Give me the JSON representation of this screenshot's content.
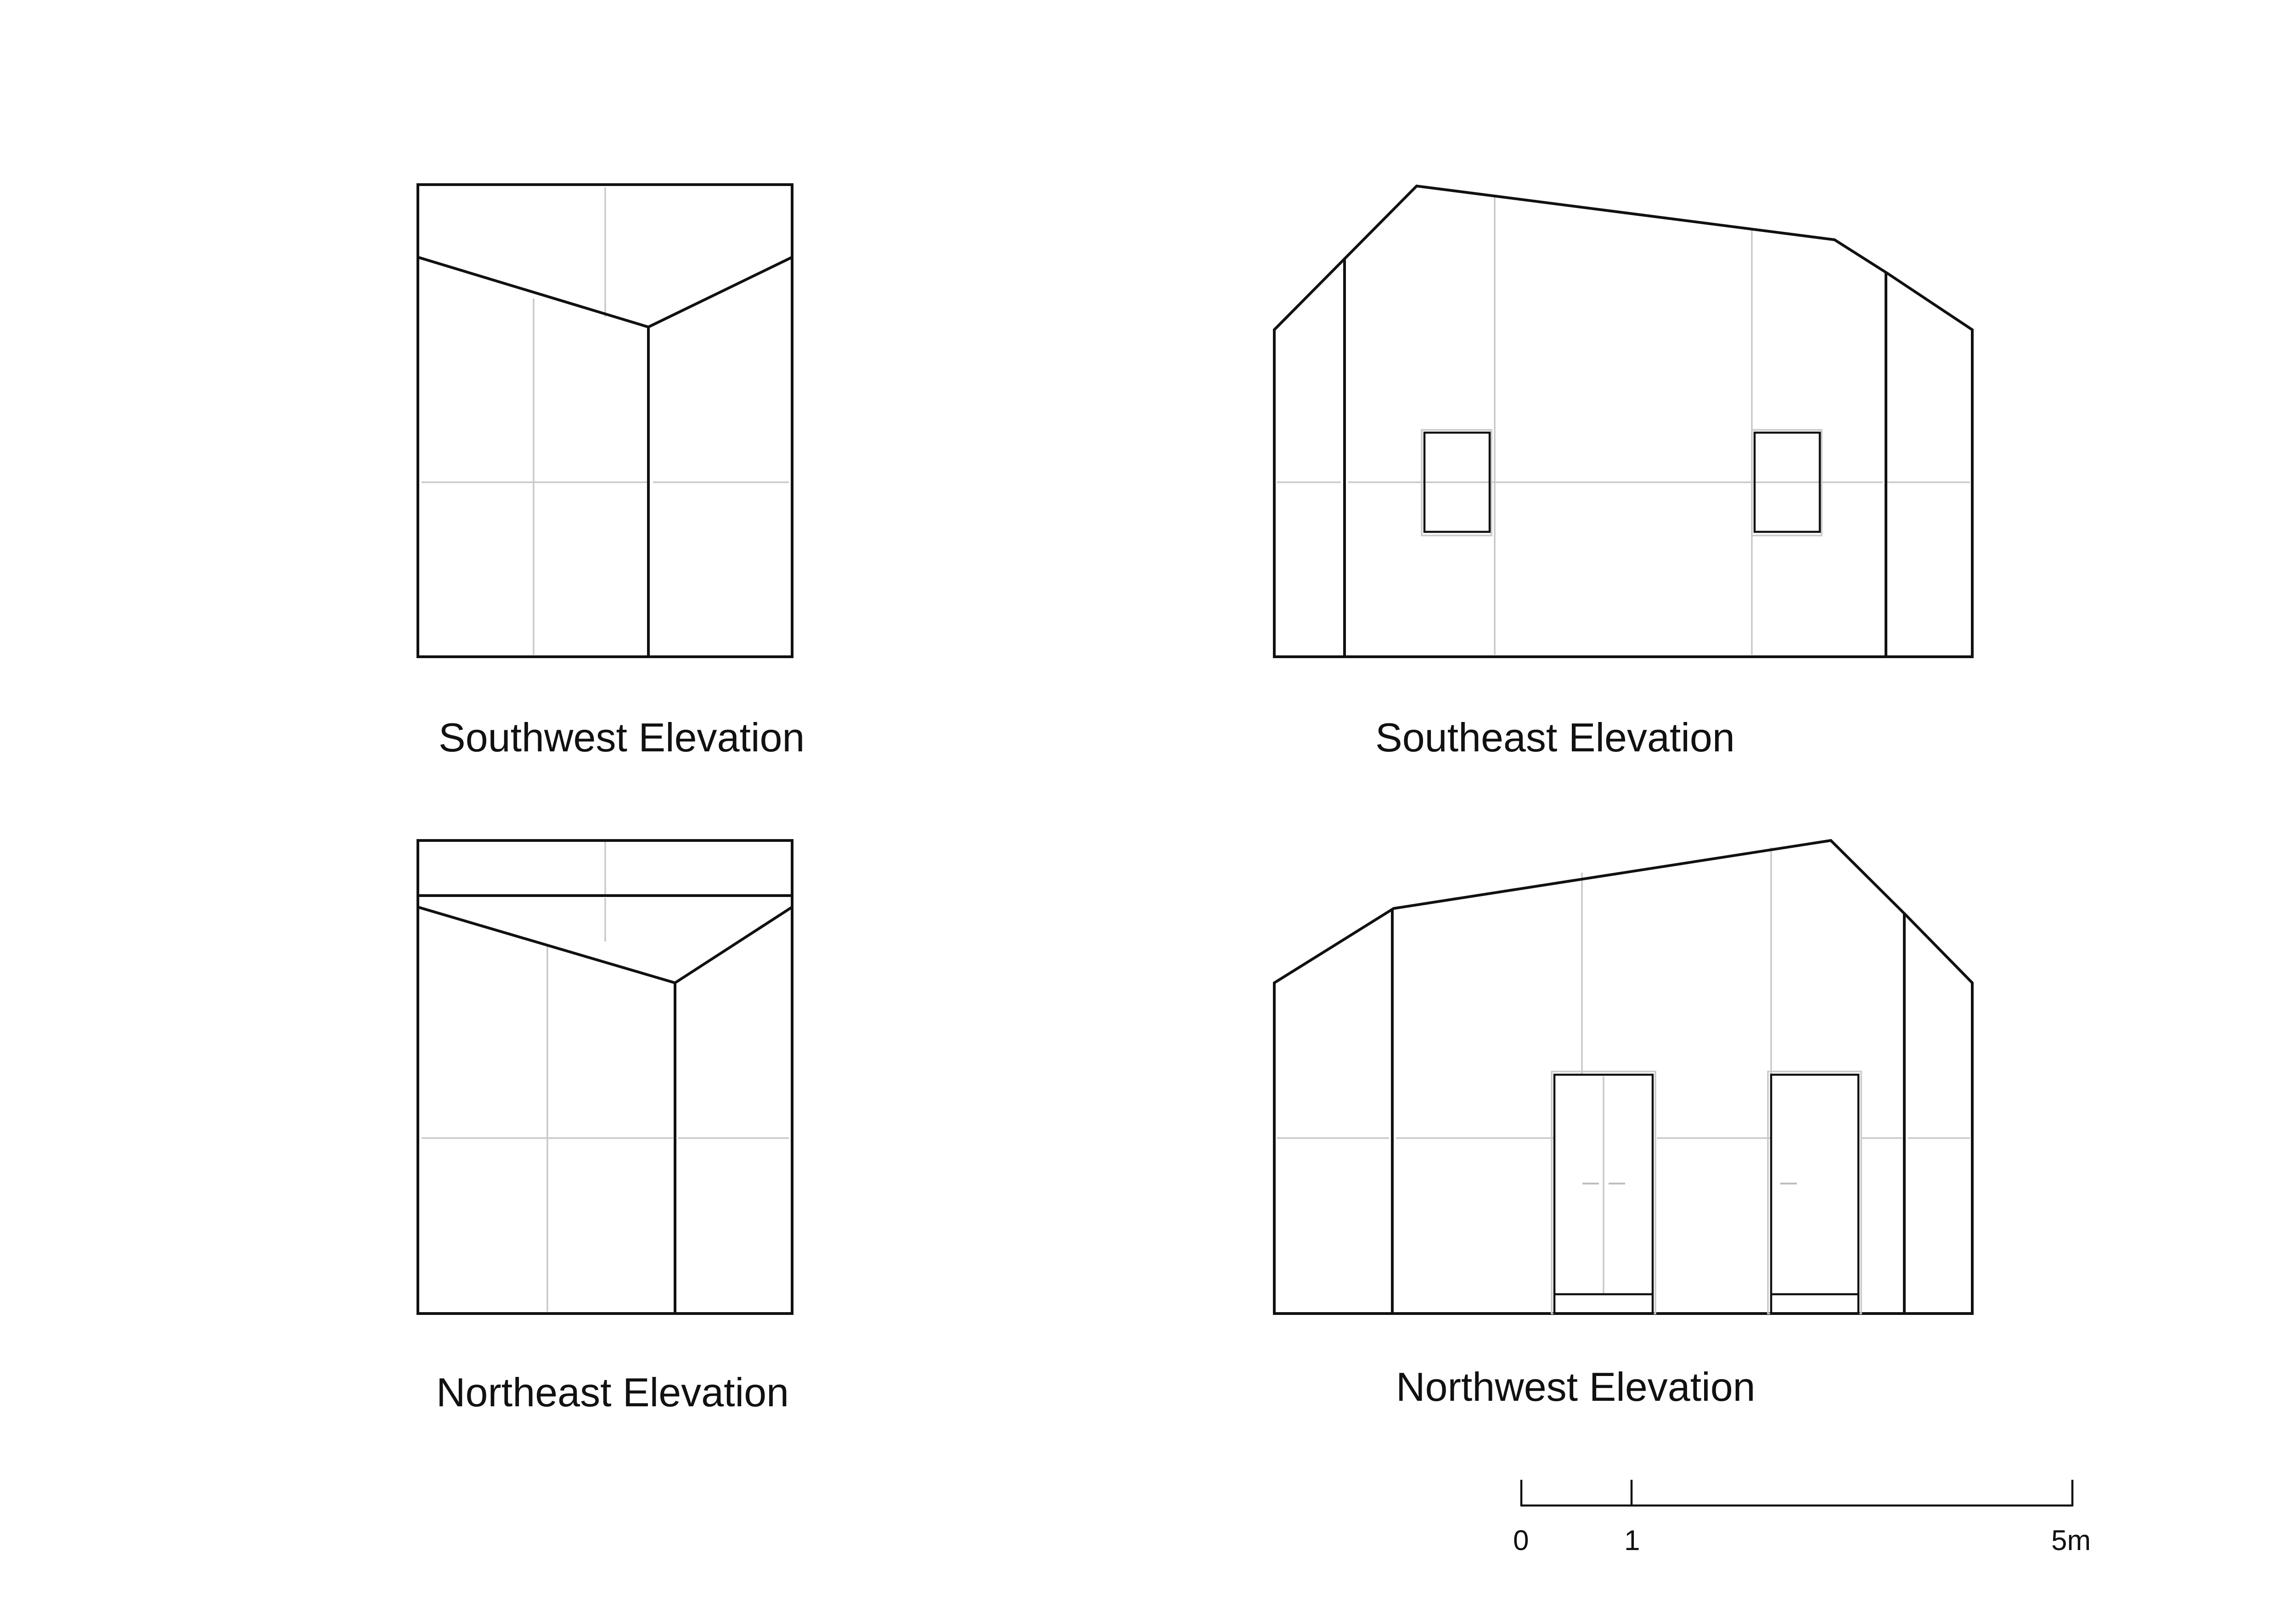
{
  "drawings": [
    {
      "id": "southwest",
      "label": "Southwest Elevation"
    },
    {
      "id": "southeast",
      "label": "Southeast Elevation"
    },
    {
      "id": "northeast",
      "label": "Northeast Elevation"
    },
    {
      "id": "northwest",
      "label": "Northwest Elevation"
    }
  ],
  "scale_bar": {
    "ticks": [
      "0",
      "1",
      "5m"
    ]
  }
}
